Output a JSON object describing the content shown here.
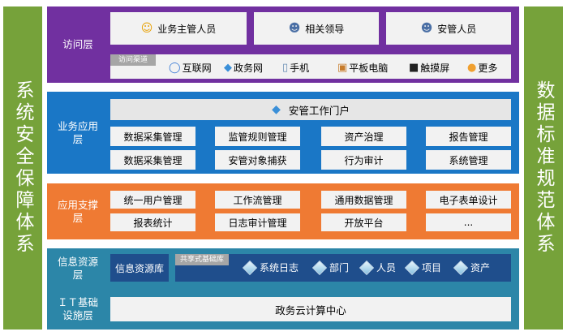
{
  "left_pillar": "系统安全保障体系",
  "right_pillar": "数据标准规范体系",
  "access_layer": {
    "label": "访问层",
    "users": [
      {
        "label": "业务主管人员",
        "icon": "person-icon"
      },
      {
        "label": "相关领导",
        "icon": "person-icon"
      },
      {
        "label": "安管人员",
        "icon": "person-icon"
      }
    ],
    "channel_tag": "访问渠道",
    "channels": [
      {
        "label": "互联网",
        "icon": "globe-icon"
      },
      {
        "label": "政务网",
        "icon": "network-icon"
      },
      {
        "label": "手机",
        "icon": "phone-icon"
      },
      {
        "label": "平板电脑",
        "icon": "tablet-icon"
      },
      {
        "label": "触摸屏",
        "icon": "monitor-icon"
      },
      {
        "label": "更多",
        "icon": "orb-icon"
      }
    ]
  },
  "business_layer": {
    "label": "业务应用层",
    "portal": "安管工作门户",
    "modules": [
      "数据采集管理",
      "监管规则管理",
      "资产治理",
      "报告管理",
      "数据采集管理",
      "安管对象捕获",
      "行为审计",
      "系统管理"
    ]
  },
  "support_layer": {
    "label": "应用支撑层",
    "modules": [
      "统一用户管理",
      "工作流管理",
      "通用数据管理",
      "电子表单设计",
      "报表统计",
      "日志审计管理",
      "开放平台",
      "..."
    ]
  },
  "info_layer": {
    "label": "信息资源层",
    "library": "信息资源库",
    "shared_tag": "共享式基础库",
    "items": [
      "系统日志",
      "部门",
      "人员",
      "项目",
      "资产"
    ]
  },
  "infra_layer": {
    "label": "ＩＴ基础设施层",
    "content": "政务云计算中心"
  },
  "colors": {
    "pillar": "#76a23a",
    "access": "#7130a0",
    "business": "#1a77c6",
    "support": "#ef7a33",
    "info": "#2c86a8",
    "shared": "#1f4e8c"
  }
}
